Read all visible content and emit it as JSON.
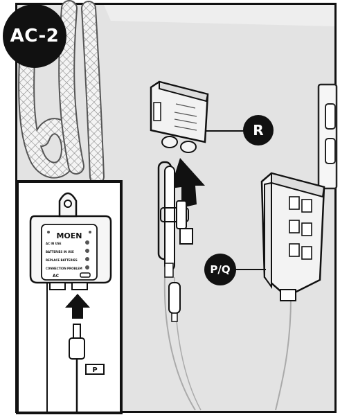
{
  "step_badge": "AC-2",
  "callouts": {
    "r": "R",
    "pq": "P/Q"
  },
  "module": {
    "brand": "MOEN",
    "indicators": [
      "AC IN USE",
      "BATTERIES IN USE",
      "REPLACE BATTERIES",
      "CONNECTION PROBLEM"
    ],
    "ac_label": "AC"
  },
  "plug_tag": "P"
}
